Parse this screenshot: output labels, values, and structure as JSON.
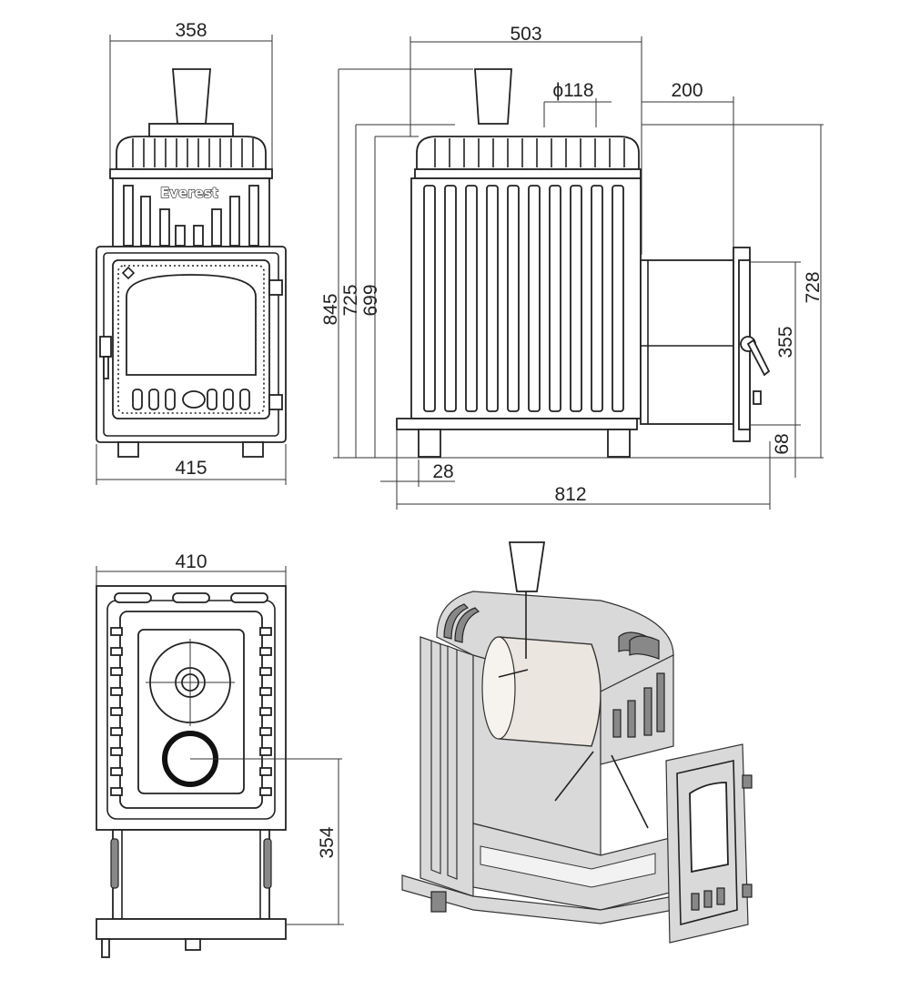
{
  "product": {
    "brand": "Everest"
  },
  "dimensions": {
    "front_width_top": "358",
    "front_width_bottom": "415",
    "side_width": "503",
    "flue_diameter": "ϕ118",
    "tunnel_length": "200",
    "total_height": "845",
    "height_725": "725",
    "height_699": "699",
    "height_728": "728",
    "tunnel_height": "355",
    "leg_height": "68",
    "side_offset": "28",
    "total_depth": "812",
    "plan_width": "410",
    "plan_distance": "354"
  }
}
